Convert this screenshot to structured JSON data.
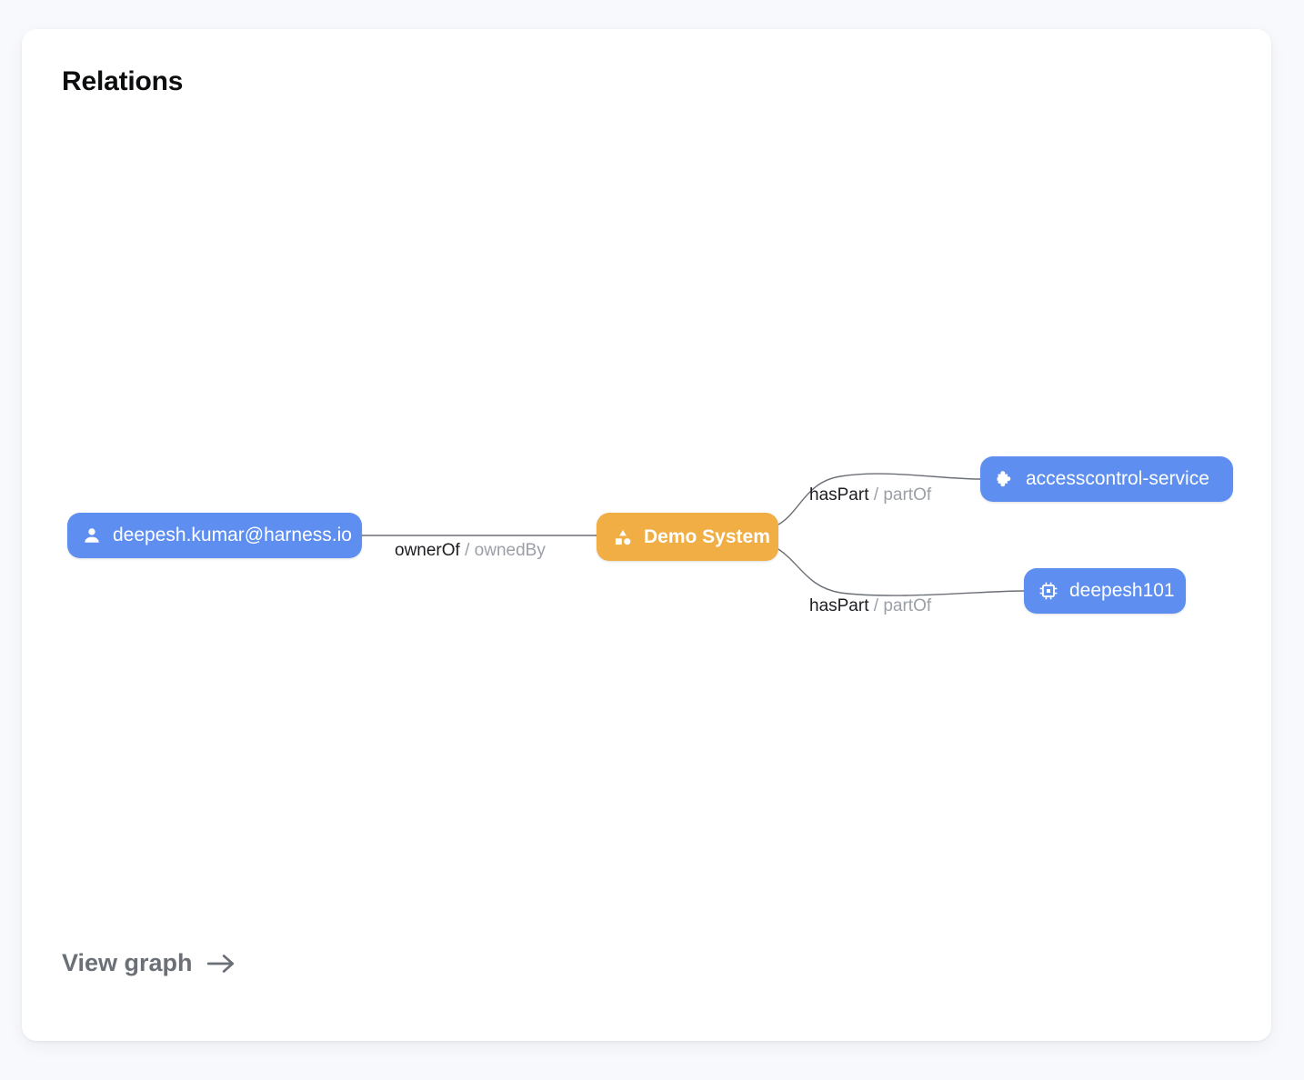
{
  "card": {
    "title": "Relations"
  },
  "graph": {
    "nodes": [
      {
        "id": "user",
        "label": "deepesh.kumar@harness.io",
        "icon": "person-icon",
        "color": "#5d8ef0",
        "kind": "user"
      },
      {
        "id": "system",
        "label": "Demo System",
        "icon": "category-shapes-icon",
        "color": "#f0ae45",
        "kind": "system"
      },
      {
        "id": "accesscontrol",
        "label": "accesscontrol-service",
        "icon": "puzzle-piece-icon",
        "color": "#5d8ef0",
        "kind": "component"
      },
      {
        "id": "deepesh101",
        "label": "deepesh101",
        "icon": "chip-icon",
        "color": "#5d8ef0",
        "kind": "resource"
      }
    ],
    "edges": [
      {
        "id": "edge-owner",
        "from": "user",
        "to": "system",
        "forward": "ownerOf",
        "separator": " / ",
        "reverse": "ownedBy"
      },
      {
        "id": "edge-haspart-top",
        "from": "system",
        "to": "accesscontrol",
        "forward": "hasPart",
        "separator": " / ",
        "reverse": "partOf"
      },
      {
        "id": "edge-haspart-bottom",
        "from": "system",
        "to": "deepesh101",
        "forward": "hasPart",
        "separator": " / ",
        "reverse": "partOf"
      }
    ]
  },
  "footer": {
    "view_graph_label": "View graph",
    "arrow_icon": "arrow-right-icon"
  },
  "colors": {
    "page_background": "#f8f9fc",
    "card_background": "#ffffff",
    "node_blue": "#5d8ef0",
    "node_orange": "#f0ae45",
    "edge_stroke": "#6b6f76",
    "label_primary": "#1b1d21",
    "label_muted": "#9b9fa6",
    "footer_text": "#6b6f76"
  }
}
